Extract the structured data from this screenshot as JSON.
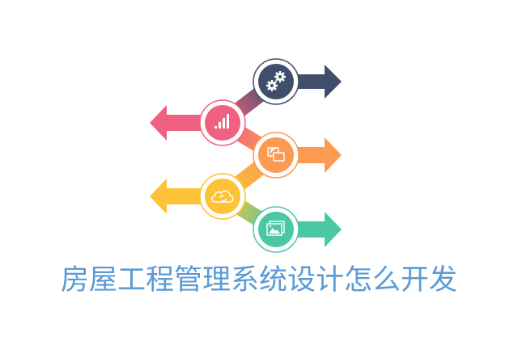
{
  "title": "房屋工程管理系统设计怎么开发",
  "title_color": "#5b9bd5",
  "steps": [
    {
      "id": 1,
      "icon": "gears-icon",
      "color": "#3f4f6b",
      "direction": "right"
    },
    {
      "id": 2,
      "icon": "bar-chart-icon",
      "color": "#f06181",
      "direction": "left"
    },
    {
      "id": 3,
      "icon": "screen-cast-icon",
      "color": "#fb9a50",
      "direction": "right"
    },
    {
      "id": 4,
      "icon": "cloud-sync-icon",
      "color": "#fdc236",
      "direction": "left"
    },
    {
      "id": 5,
      "icon": "image-gallery-icon",
      "color": "#4ac8a6",
      "direction": "right"
    }
  ]
}
